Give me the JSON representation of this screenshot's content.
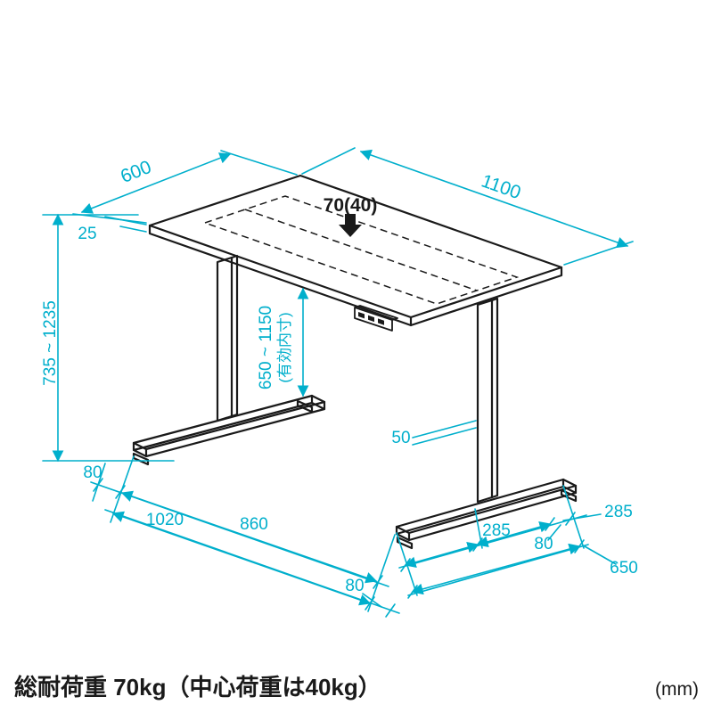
{
  "footer": {
    "load_note": "総耐荷重 70kg（中心荷重は40kg）",
    "unit": "(mm)"
  },
  "dims": {
    "depth": "600",
    "width": "1100",
    "top_thickness": "25",
    "height_range": "735 ~ 1235",
    "center_load": "70(40)",
    "inner_height": "650 ~ 1150",
    "inner_height_note": "(有効内寸)",
    "column_width": "50",
    "left_offset": "80",
    "inner_span": "860",
    "base_width": "1020",
    "front_offset": "80",
    "foot_front": "285",
    "foot_rear": "285",
    "foot_end_offset": "80",
    "foot_length": "650"
  },
  "colors": {
    "dimension": "#00afcc",
    "line": "#1a1a1a"
  }
}
